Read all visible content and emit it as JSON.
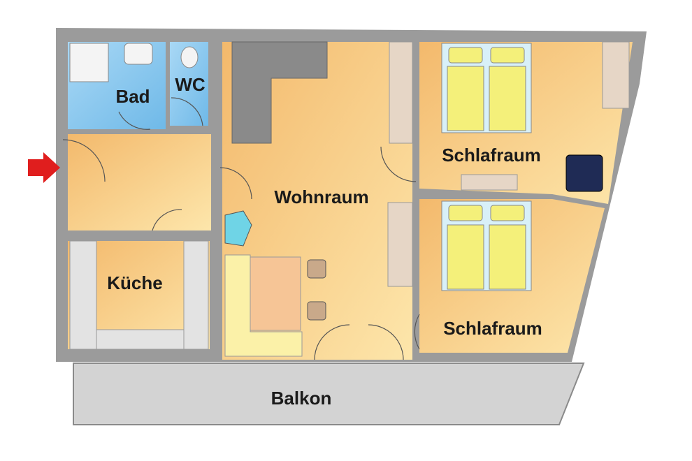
{
  "rooms": {
    "bad": "Bad",
    "wc": "WC",
    "wohnraum": "Wohnraum",
    "kueche": "Küche",
    "schlafraum_top": "Schlafraum",
    "schlafraum_bottom": "Schlafraum",
    "balkon": "Balkon"
  },
  "colors": {
    "wall": "#9b9b9b",
    "floor": "#f6c27c",
    "floor_light": "#fde3a6",
    "bath": "#8ccaf0",
    "balcony": "#d3d3d3",
    "entry_arrow": "#e01e1e",
    "bed": "#f4f07a"
  },
  "icons": [
    "entry-arrow-icon"
  ]
}
